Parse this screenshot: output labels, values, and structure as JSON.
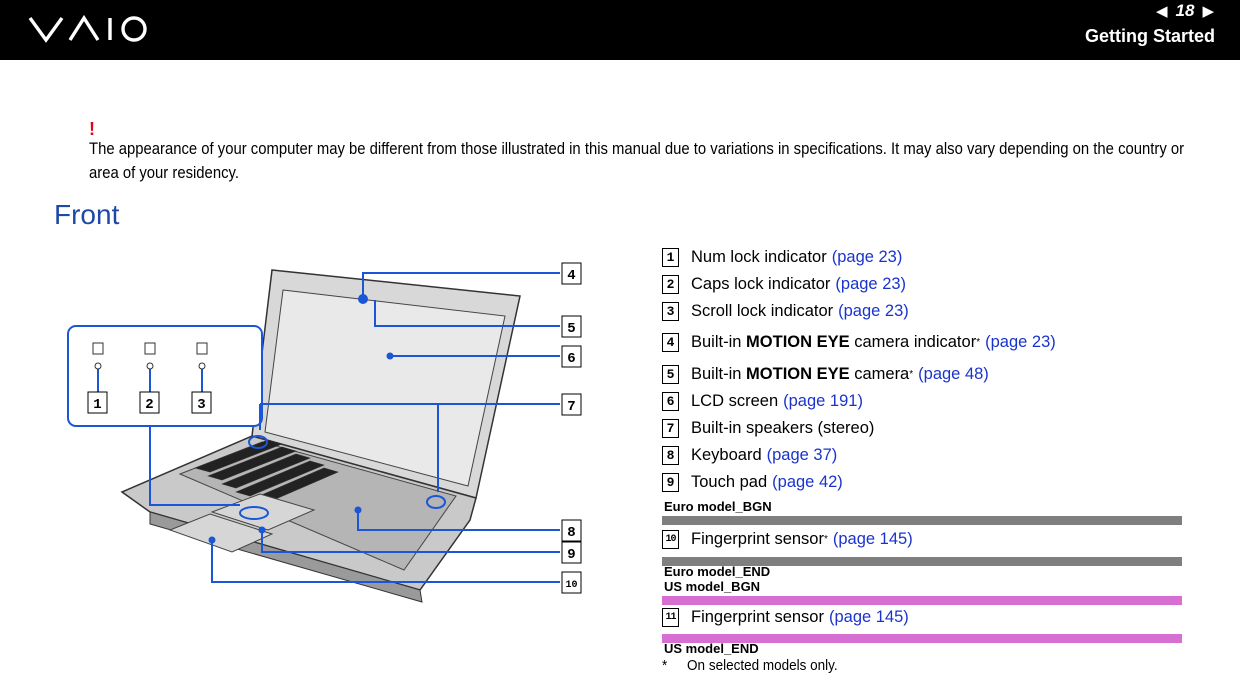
{
  "header": {
    "logo_text": "VAIO",
    "prev_arrow": "◀",
    "page_number": "18",
    "next_arrow": "▶",
    "section_title": "Getting Started"
  },
  "notice": {
    "mark": "!",
    "text": "The appearance of your computer may be different from those illustrated in this manual due to variations in specifications. It may also vary depending on the country or area of your residency."
  },
  "section_heading": "Front",
  "figure": {
    "callouts": [
      "1",
      "2",
      "3",
      "4",
      "5",
      "6",
      "7",
      "8",
      "9",
      "10"
    ]
  },
  "items": [
    {
      "num": "1",
      "label": "Num lock indicator",
      "link": "(page 23)"
    },
    {
      "num": "2",
      "label": "Caps lock indicator",
      "link": "(page 23)"
    },
    {
      "num": "3",
      "label": "Scroll lock indicator",
      "link": "(page 23)"
    },
    {
      "num": "4",
      "prefix": "Built-in",
      "bold": "MOTION EYE",
      "label": "camera indicator",
      "star": "*",
      "link": "(page 23)"
    },
    {
      "num": "5",
      "prefix": "Built-in",
      "bold": "MOTION EYE",
      "label": "camera",
      "star": "*",
      "link": "(page 48)"
    },
    {
      "num": "6",
      "label": "LCD screen",
      "link": "(page 191)"
    },
    {
      "num": "7",
      "label": "Built-in speakers (stereo)",
      "link": ""
    },
    {
      "num": "8",
      "label": "Keyboard",
      "link": "(page 37)"
    },
    {
      "num": "9",
      "label": "Touch pad",
      "link": "(page 42)"
    },
    {
      "num": "10",
      "label": "Fingerprint sensor",
      "star": "*",
      "link": "(page 145)"
    },
    {
      "num": "11",
      "label": "Fingerprint sensor",
      "link": "(page 145)"
    }
  ],
  "markers": {
    "euro_begin": "Euro model_BGN",
    "euro_end": "Euro model_END",
    "us_begin": "US model_BGN",
    "us_end": "US model_END"
  },
  "colors": {
    "euro_band": "#7f7f7f",
    "us_band": "#d66fd1",
    "link": "#1a33cc",
    "heading": "#1f49a8",
    "warning": "#e8001c"
  },
  "footnote": {
    "star": "*",
    "text": "On selected models only."
  }
}
